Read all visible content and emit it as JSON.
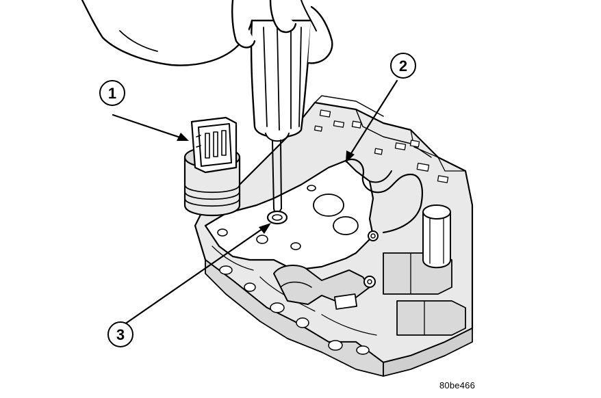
{
  "callouts": [
    {
      "id": "1",
      "label": "1"
    },
    {
      "id": "2",
      "label": "2"
    },
    {
      "id": "3",
      "label": "3"
    }
  ],
  "figure_id": "80be466",
  "colors": {
    "ink": "#000000",
    "background": "#ffffff",
    "shade": "#d9d9d9"
  }
}
